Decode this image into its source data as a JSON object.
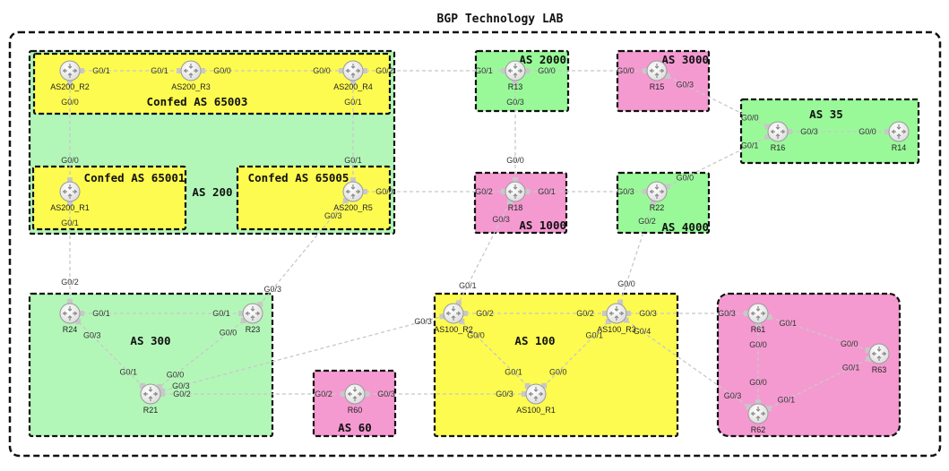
{
  "title": "BGP Technology LAB",
  "colors": {
    "green": "#b3f7b8",
    "brightgreen": "#99f999",
    "yellow": "#fdfb4f",
    "pink": "#f49ad1",
    "border": "#111111",
    "link": "#c8c8c8"
  },
  "zones": [
    {
      "id": "as200",
      "label": "AS 200",
      "color": "#b3f7b8"
    },
    {
      "id": "c65003",
      "label": "Confed AS 65003",
      "color": "#fdfb4f"
    },
    {
      "id": "c65001",
      "label": "Confed AS 65001",
      "color": "#fdfb4f"
    },
    {
      "id": "c65005",
      "label": "Confed AS 65005",
      "color": "#fdfb4f"
    },
    {
      "id": "as2000",
      "label": "AS 2000",
      "color": "#99f999"
    },
    {
      "id": "as3000",
      "label": "AS 3000",
      "color": "#f49ad1"
    },
    {
      "id": "as35",
      "label": "AS 35",
      "color": "#99f999"
    },
    {
      "id": "as1000",
      "label": "AS 1000",
      "color": "#f49ad1"
    },
    {
      "id": "as4000",
      "label": "AS 4000",
      "color": "#99f999"
    },
    {
      "id": "as300",
      "label": "AS 300",
      "color": "#b3f7b8"
    },
    {
      "id": "as60",
      "label": "AS 60",
      "color": "#f49ad1"
    },
    {
      "id": "as100",
      "label": "AS 100",
      "color": "#fdfb4f"
    },
    {
      "id": "as6x",
      "label": "",
      "color": "#f49ad1"
    }
  ],
  "routers": [
    "AS200_R2",
    "AS200_R3",
    "AS200_R4",
    "AS200_R1",
    "AS200_R5",
    "R13",
    "R15",
    "R16",
    "R14",
    "R18",
    "R22",
    "R24",
    "R23",
    "R21",
    "R60",
    "AS100_R2",
    "AS100_R3",
    "AS100_R1",
    "R61",
    "R63",
    "R62"
  ],
  "links": [
    [
      "AS200_R2",
      "G0/1",
      "AS200_R3",
      "G0/1"
    ],
    [
      "AS200_R3",
      "G0/0",
      "AS200_R4",
      "G0/0"
    ],
    [
      "AS200_R4",
      "G0/2",
      "R13",
      "G0/1"
    ],
    [
      "AS200_R2",
      "G0/0",
      "AS200_R1",
      "G0/0"
    ],
    [
      "AS200_R4",
      "G0/1",
      "AS200_R5",
      "G0/1"
    ],
    [
      "AS200_R5",
      "G0/0",
      "R18",
      "G0/2"
    ],
    [
      "R13",
      "G0/0",
      "R15",
      "G0/0"
    ],
    [
      "R13",
      "G0/3",
      "R18",
      "G0/0"
    ],
    [
      "R15",
      "G0/3",
      "R16",
      "G0/0"
    ],
    [
      "R16",
      "G0/3",
      "R14",
      "G0/0"
    ],
    [
      "R18",
      "G0/1",
      "R22",
      "G0/3"
    ],
    [
      "R22",
      "G0/0",
      "R16",
      "G0/1"
    ],
    [
      "AS200_R1",
      "G0/1",
      "R24",
      "G0/2"
    ],
    [
      "AS200_R5",
      "G0/3",
      "R23",
      "G0/3"
    ],
    [
      "R24",
      "G0/1",
      "R23",
      "G0/1"
    ],
    [
      "R24",
      "G0/3",
      "R21",
      "G0/1"
    ],
    [
      "R23",
      "G0/0",
      "R21",
      "G0/0"
    ],
    [
      "R21",
      "G0/3",
      "AS100_R2",
      "G0/3"
    ],
    [
      "R21",
      "G0/2",
      "R60",
      "G0/2"
    ],
    [
      "R60",
      "G0/3",
      "AS100_R1",
      "G0/3"
    ],
    [
      "R18",
      "G0/3",
      "AS100_R2",
      "G0/1"
    ],
    [
      "R22",
      "G0/2",
      "AS100_R3",
      "G0/0"
    ],
    [
      "AS100_R2",
      "G0/2",
      "AS100_R3",
      "G0/2"
    ],
    [
      "AS100_R2",
      "G0/0",
      "AS100_R1",
      "G0/1"
    ],
    [
      "AS100_R3",
      "G0/1",
      "AS100_R1",
      "G0/0"
    ],
    [
      "AS100_R3",
      "G0/3",
      "R61",
      "G0/3"
    ],
    [
      "AS100_R3",
      "G0/4",
      "R62",
      "G0/3"
    ],
    [
      "R61",
      "G0/1",
      "R63",
      "G0/0"
    ],
    [
      "R61",
      "G0/0",
      "R62",
      "G0/0"
    ],
    [
      "R62",
      "G0/1",
      "R63",
      "G0/1"
    ]
  ]
}
